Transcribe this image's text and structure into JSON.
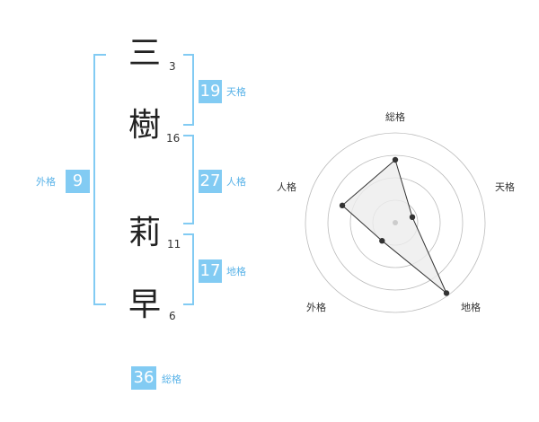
{
  "name": {
    "chars": [
      {
        "char": "三",
        "strokes": "3"
      },
      {
        "char": "樹",
        "strokes": "16"
      },
      {
        "char": "莉",
        "strokes": "11"
      },
      {
        "char": "早",
        "strokes": "6"
      }
    ]
  },
  "fortunes": {
    "tenkaku": {
      "value": "19",
      "label": "天格"
    },
    "jinkaku": {
      "value": "27",
      "label": "人格"
    },
    "chikaku": {
      "value": "17",
      "label": "地格"
    },
    "gaikaku": {
      "value": "9",
      "label": "外格"
    },
    "soukaku": {
      "value": "36",
      "label": "総格"
    }
  },
  "chart_data": {
    "type": "radar",
    "axes": [
      "総格",
      "天格",
      "地格",
      "外格",
      "人格"
    ],
    "rings": 4,
    "grid": true,
    "values": [
      0.7,
      0.2,
      0.97,
      0.25,
      0.62
    ],
    "max": 1,
    "colors": {
      "fill": "#ececec",
      "line": "#333333",
      "point": "#333333",
      "grid": "#bbbbbb",
      "center": "#cccccc"
    }
  },
  "colors": {
    "accent": "#82cbf3",
    "accent_text": "#5ab3e8"
  }
}
